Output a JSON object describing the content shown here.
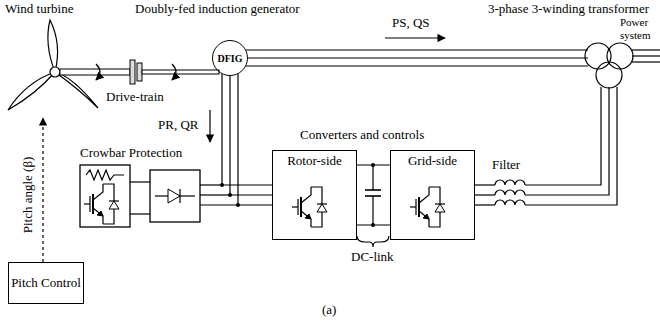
{
  "diagram": {
    "caption": "(a)",
    "nodes": [
      {
        "text": [
          "DFIG"
        ]
      },
      {
        "text": [
          "Pitch Control"
        ]
      },
      {
        "text": [
          "Rotor-side"
        ]
      },
      {
        "text": [
          "Grid-side"
        ]
      }
    ],
    "edges": [
      {
        "from": 0,
        "to": 2,
        "arrow": "none"
      },
      {
        "from": 2,
        "to": 3,
        "arrow": "none"
      }
    ],
    "labels": [
      "Wind turbine",
      "Doubly-fed induction generator",
      "PS, QS",
      "3-phase 3-winding transformer",
      "Power system",
      "Drive-train",
      "Pitch angle (β)",
      "PR, QR",
      "Crowbar Protection",
      "Converters and controls",
      "Filter",
      "DC-link"
    ]
  }
}
